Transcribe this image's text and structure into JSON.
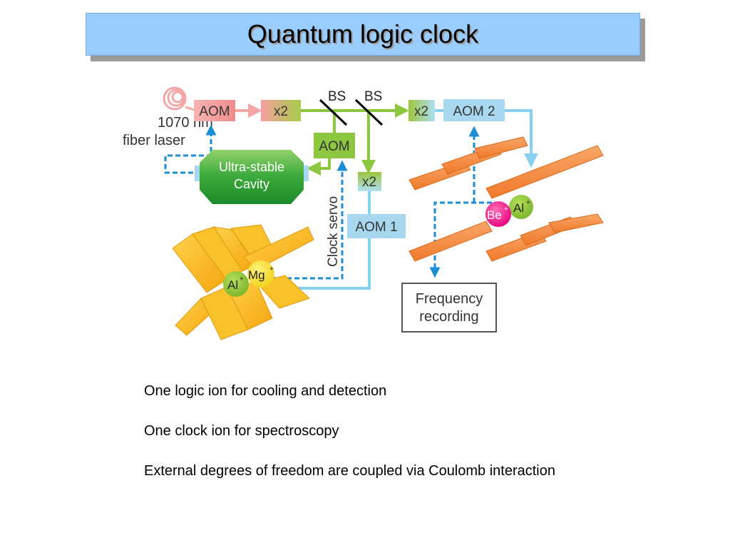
{
  "slide": {
    "title": "Quantum logic clock",
    "bullets": [
      "One logic ion for cooling and detection",
      "One clock ion for spectroscopy",
      "External degrees of freedom are coupled via Coulomb interaction"
    ]
  },
  "diagram": {
    "laser_label_1": "1070 nm",
    "laser_label_2": "fiber laser",
    "aom_main": "AOM",
    "doubler_1": "x2",
    "bs_1": "BS",
    "bs_2": "BS",
    "doubler_2": "x2",
    "aom_2": "AOM 2",
    "aom_servo": "AOM",
    "doubler_3": "x2",
    "aom_1": "AOM 1",
    "cavity_line_1": "Ultra-stable",
    "cavity_line_2": "Cavity",
    "clock_servo": "Clock servo",
    "ion_mg": "Mg",
    "ion_al_left": "Al",
    "ion_be": "Be",
    "ion_al_right": "Al",
    "ion_charge": "+",
    "freq_line_1": "Frequency",
    "freq_line_2": "recording"
  },
  "colors": {
    "title_bg": "#99ccff",
    "aom_pink": "#f4a6a6",
    "aom_blue": "#a8d8f0",
    "aom_green": "#8dc63f",
    "beam_green": "#8dc63f",
    "beam_blue": "#88d0f0",
    "servo_blue": "#1a8fd6",
    "trap_orange": "#f68b3c",
    "trap_yellow": "#f7b417",
    "ion_magenta": "#e6007e"
  }
}
